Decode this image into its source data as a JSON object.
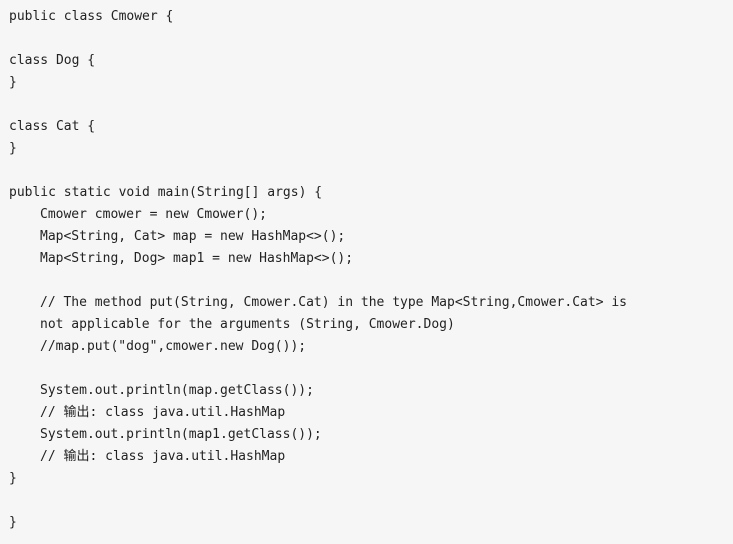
{
  "code": {
    "lines": [
      "public class Cmower {",
      "",
      "class Dog {",
      "}",
      "",
      "class Cat {",
      "}",
      "",
      "public static void main(String[] args) {",
      "Cmower cmower = new Cmower();",
      "Map<String, Cat> map = new HashMap<>();",
      "Map<String, Dog> map1 = new HashMap<>();",
      "",
      "// The method put(String, Cmower.Cat) in the type Map<String,Cmower.Cat> is",
      "not applicable for the arguments (String, Cmower.Dog)",
      "//map.put(\"dog\",cmower.new Dog());",
      "",
      "System.out.println(map.getClass());",
      "// 输出: class java.util.HashMap",
      "System.out.println(map1.getClass());",
      "// 输出: class java.util.HashMap",
      "}",
      "",
      "}"
    ]
  }
}
